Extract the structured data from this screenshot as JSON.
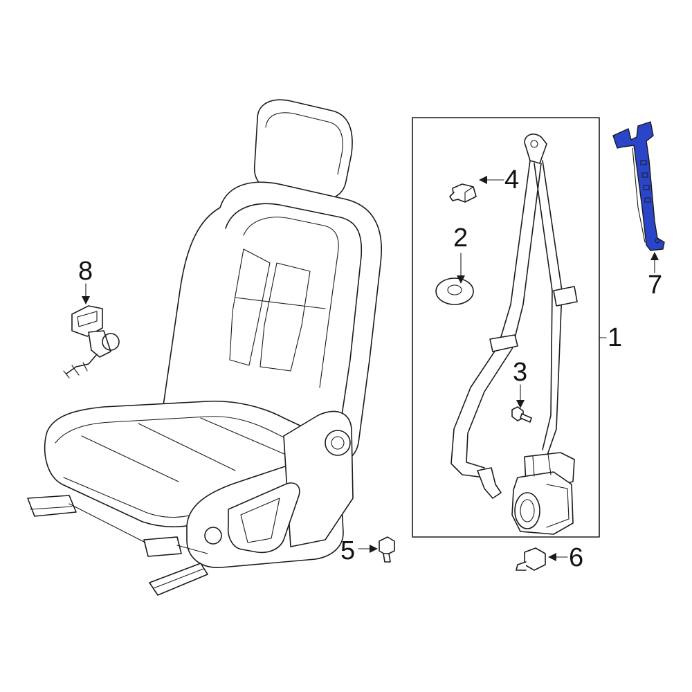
{
  "diagram": {
    "highlight_color": "#2a45c8",
    "line_color": "#1a1a1a",
    "background": "#ffffff",
    "callouts": [
      {
        "id": "1",
        "label": "1"
      },
      {
        "id": "2",
        "label": "2"
      },
      {
        "id": "3",
        "label": "3"
      },
      {
        "id": "4",
        "label": "4"
      },
      {
        "id": "5",
        "label": "5"
      },
      {
        "id": "6",
        "label": "6"
      },
      {
        "id": "7",
        "label": "7"
      },
      {
        "id": "8",
        "label": "8"
      }
    ]
  }
}
